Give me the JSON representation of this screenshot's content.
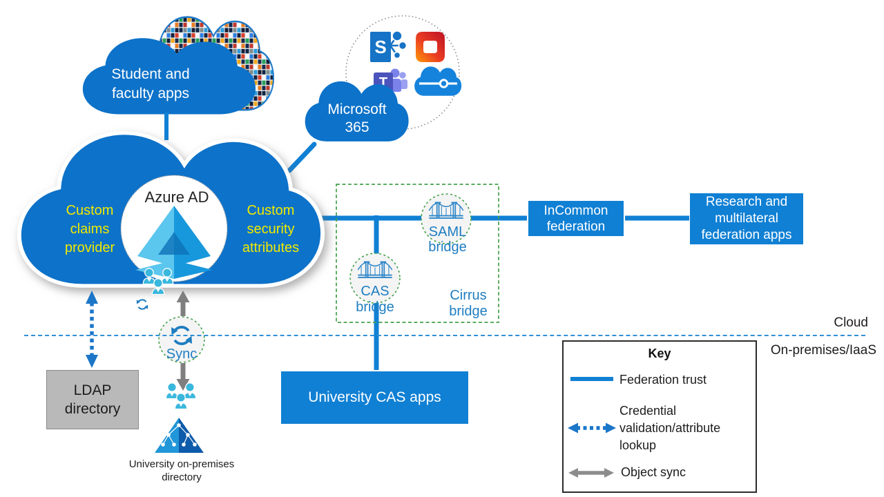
{
  "diagram": {
    "clouds": {
      "student_apps": "Student and\nfaculty apps",
      "microsoft_365": "Microsoft\n365",
      "azure_ad": "Azure AD"
    },
    "azure_annotations": {
      "custom_claims": "Custom\nclaims\nprovider",
      "custom_security": "Custom\nsecurity\nattributes"
    },
    "bridges": {
      "saml": "SAML\nbridge",
      "cas": "CAS\nbridge",
      "cirrus": "Cirrus\nbridge"
    },
    "boxes": {
      "incommon": "InCommon\nfederation",
      "research": "Research and\nmultilateral\nfederation apps",
      "university_cas": "University CAS apps",
      "ldap": "LDAP\ndirectory"
    },
    "sync_label": "Sync",
    "onprem_directory": "University on-premises\ndirectory",
    "zones": {
      "cloud": "Cloud",
      "onprem": "On-premises/IaaS"
    },
    "icon_letters": {
      "sharepoint": "S",
      "teams": "T"
    },
    "key": {
      "title": "Key",
      "entries": [
        {
          "label": "Federation trust"
        },
        {
          "label": "Credential\nvalidation/attribute\nlookup"
        },
        {
          "label": "Object sync"
        }
      ]
    },
    "colors": {
      "primary_blue": "#1080d4",
      "cloud_blue": "#0d72c9",
      "yellow_text": "#f0ea00",
      "green_dashed": "#44a049",
      "people_teal": "#3ab7dd",
      "gray_arrow": "#7f7f7f"
    }
  }
}
